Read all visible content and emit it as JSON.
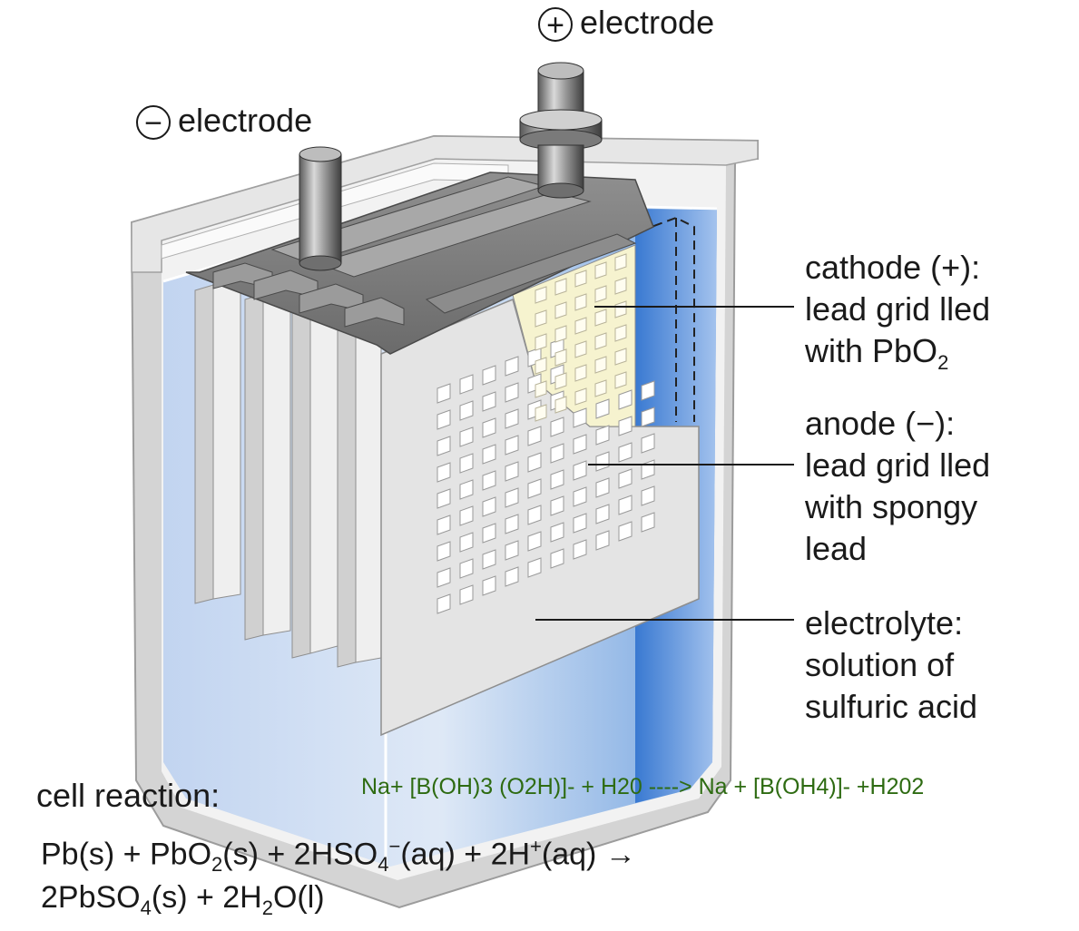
{
  "labels": {
    "neg_electrode": {
      "sign": "−",
      "text": "electrode"
    },
    "pos_electrode": {
      "sign": "+",
      "text": "electrode"
    },
    "cathode": {
      "line1": "cathode (+):",
      "line2": "lead grid  lled",
      "line3_prefix": "with PbO",
      "line3_sub": "2"
    },
    "anode": {
      "line1": "anode (−):",
      "line2": "lead grid  lled",
      "line3": "with spongy",
      "line4": "lead"
    },
    "electrolyte": {
      "line1": "electrolyte:",
      "line2": "solution of",
      "line3": "sulfuric acid"
    }
  },
  "reaction": {
    "title": "cell reaction:",
    "handwritten": "Na+  [B(OH)3 (O2H)]- + H20 ----> Na + [B(OH4)]- +H202",
    "eq1": {
      "a": "Pb(s) + PbO",
      "a_sub": "2",
      "b": "(s) + 2HSO",
      "b_sub": "4",
      "b_sup": "−",
      "c": "(aq) + 2H",
      "c_sup": "+",
      "d": "(aq) →"
    },
    "eq2": {
      "a": "2PbSO",
      "a_sub": "4",
      "b": "(s) + 2H",
      "b_sub": "2",
      "c": "O(l)"
    }
  },
  "colors": {
    "electrolyte": "#3f7fd6",
    "case": "#d8d8d8",
    "plate": "#e8e8e8",
    "grid_fill": "#f6f3cf"
  }
}
